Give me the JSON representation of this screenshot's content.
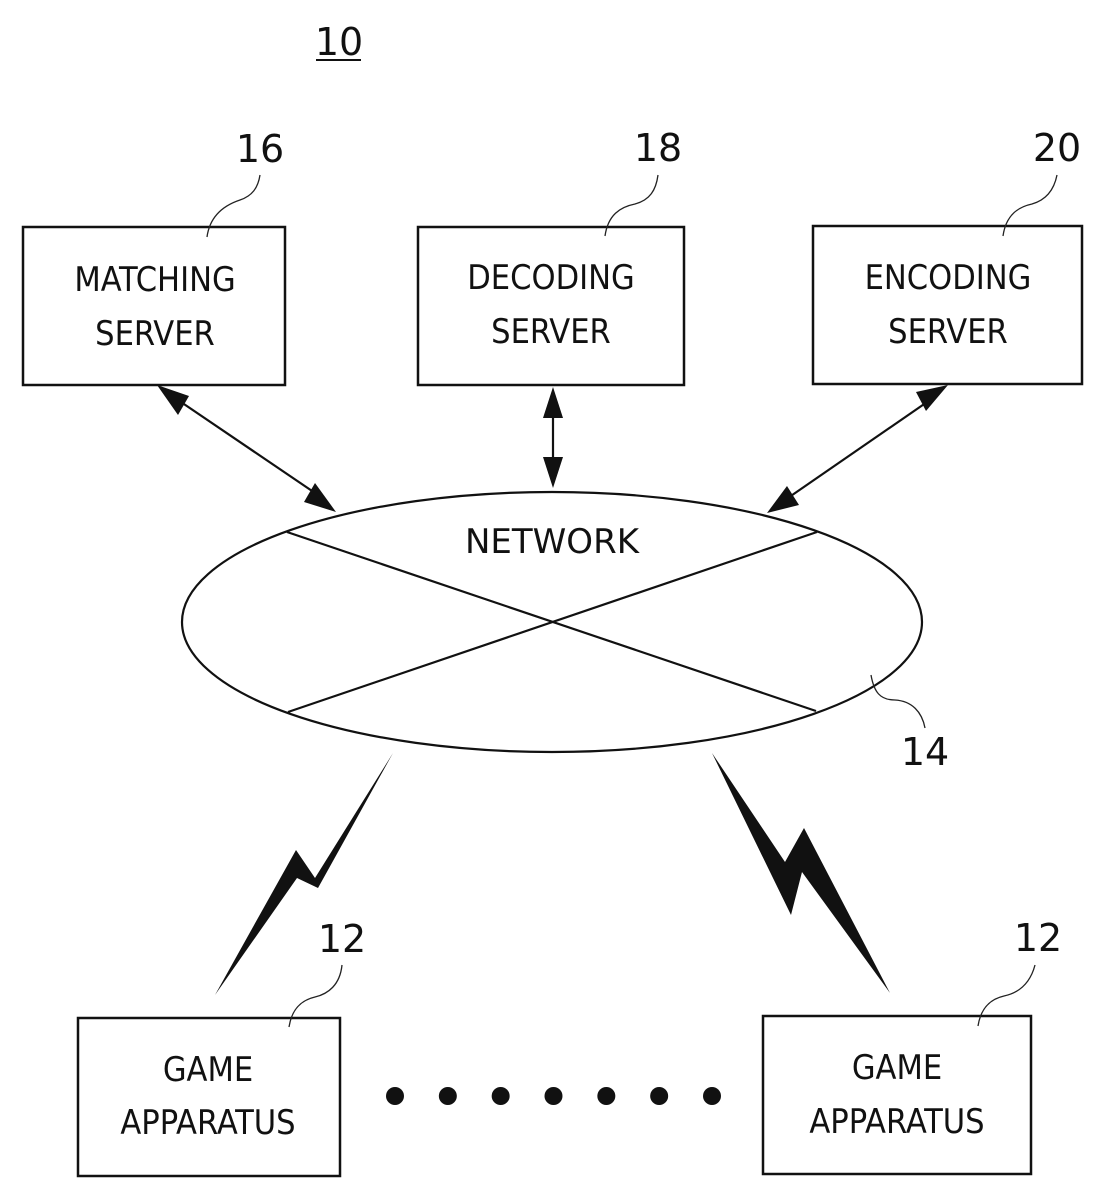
{
  "figure": {
    "number": "10"
  },
  "servers": [
    {
      "id": "matching",
      "ref": "16",
      "line1": "MATCHING",
      "line2": "SERVER"
    },
    {
      "id": "decoding",
      "ref": "18",
      "line1": "DECODING",
      "line2": "SERVER"
    },
    {
      "id": "encoding",
      "ref": "20",
      "line1": "ENCODING",
      "line2": "SERVER"
    }
  ],
  "network": {
    "label": "NETWORK",
    "ref": "14"
  },
  "game_apparatuses": [
    {
      "ref": "12",
      "line1": "GAME",
      "line2": "APPARATUS"
    },
    {
      "ref": "12",
      "line1": "GAME",
      "line2": "APPARATUS"
    }
  ],
  "ellipsis_dots_count": 7,
  "connections": [
    {
      "from": "matching",
      "to": "network",
      "type": "bidirectional-arrow"
    },
    {
      "from": "decoding",
      "to": "network",
      "type": "bidirectional-arrow"
    },
    {
      "from": "encoding",
      "to": "network",
      "type": "bidirectional-arrow"
    },
    {
      "from": "game_apparatus_1",
      "to": "network",
      "type": "wireless"
    },
    {
      "from": "game_apparatus_2",
      "to": "network",
      "type": "wireless"
    }
  ]
}
